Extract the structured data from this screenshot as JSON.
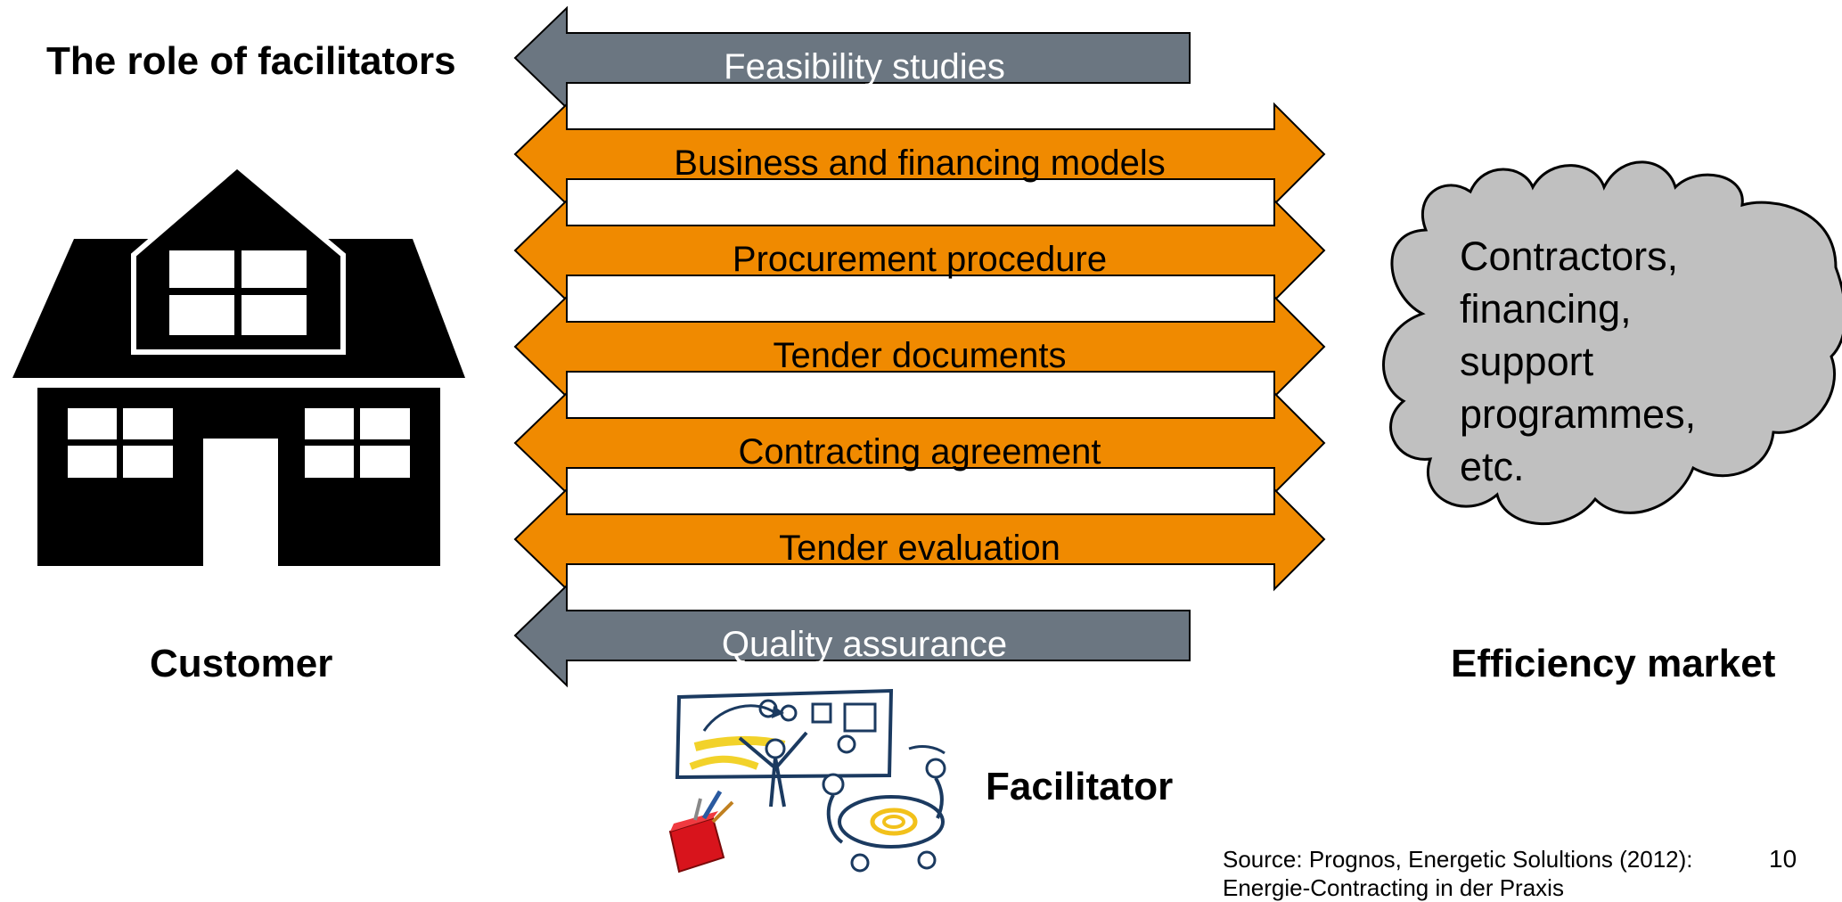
{
  "title": "The role of facilitators",
  "arrows": [
    {
      "label": "Feasibility studies",
      "direction": "left",
      "color": "#6b7681",
      "text_color": "#ffffff"
    },
    {
      "label": "Business and financing models",
      "direction": "right",
      "color": "#f08a00",
      "text_color": "#000000"
    },
    {
      "label": "Procurement procedure",
      "direction": "right",
      "color": "#f08a00",
      "text_color": "#000000"
    },
    {
      "label": "Tender documents",
      "direction": "right",
      "color": "#f08a00",
      "text_color": "#000000"
    },
    {
      "label": "Contracting agreement",
      "direction": "right",
      "color": "#f08a00",
      "text_color": "#000000"
    },
    {
      "label": "Tender evaluation",
      "direction": "right",
      "color": "#f08a00",
      "text_color": "#000000"
    },
    {
      "label": "Quality assurance",
      "direction": "left",
      "color": "#6b7681",
      "text_color": "#ffffff"
    }
  ],
  "customer": {
    "label": "Customer",
    "icon": "house-icon"
  },
  "market": {
    "label": "Efficiency market",
    "icon": "cloud-icon",
    "lines": [
      "Contractors,",
      "financing,",
      "support",
      "programmes,",
      "etc."
    ]
  },
  "facilitator": {
    "label": "Facilitator",
    "icon": "facilitator-sketch-icon"
  },
  "source": {
    "line1": "Source: Prognos, Energetic Solultions (2012):",
    "line2": "Energie-Contracting in der Praxis"
  },
  "page_number": "10",
  "colors": {
    "orange": "#f08a00",
    "gray": "#6b7681",
    "cloud_fill": "#c0c0c0"
  }
}
